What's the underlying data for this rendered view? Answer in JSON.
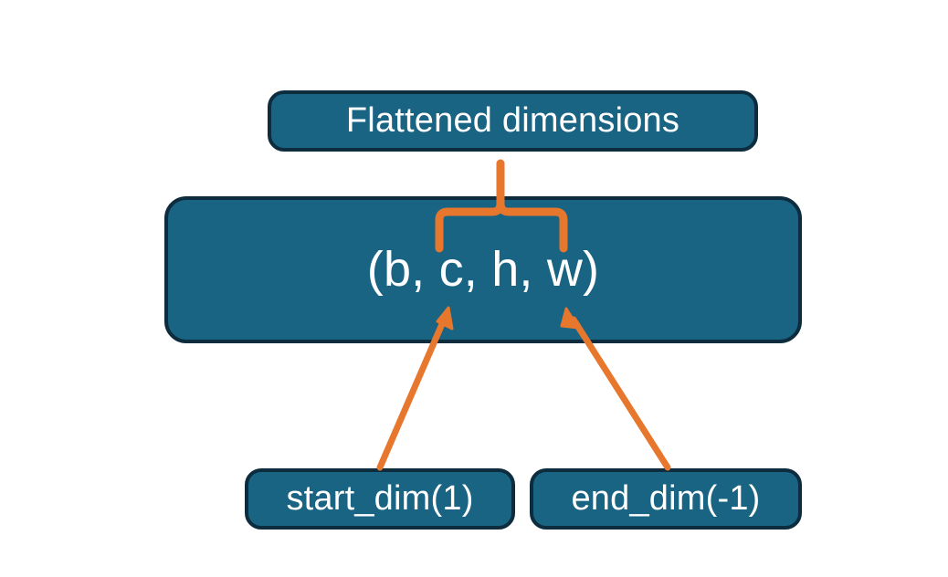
{
  "diagram": {
    "title_node": {
      "label": "Flattened dimensions"
    },
    "shape_node": {
      "label": "(b, c, h, w)"
    },
    "start_node": {
      "label": "start_dim(1)"
    },
    "end_node": {
      "label": "end_dim(-1)"
    },
    "connectors": {
      "brace": {
        "name": "curly-brace-connector",
        "spans": "c, h, w"
      },
      "start_arrow": {
        "name": "start-dim-arrow",
        "from": "start_dim(1)",
        "to": "c"
      },
      "end_arrow": {
        "name": "end-dim-arrow",
        "from": "end_dim(-1)",
        "to": "w"
      }
    },
    "colors": {
      "box_fill": "#196383",
      "box_border": "#0d2c3e",
      "text": "#ffffff",
      "accent": "#e8772e",
      "background": "#ffffff"
    }
  }
}
